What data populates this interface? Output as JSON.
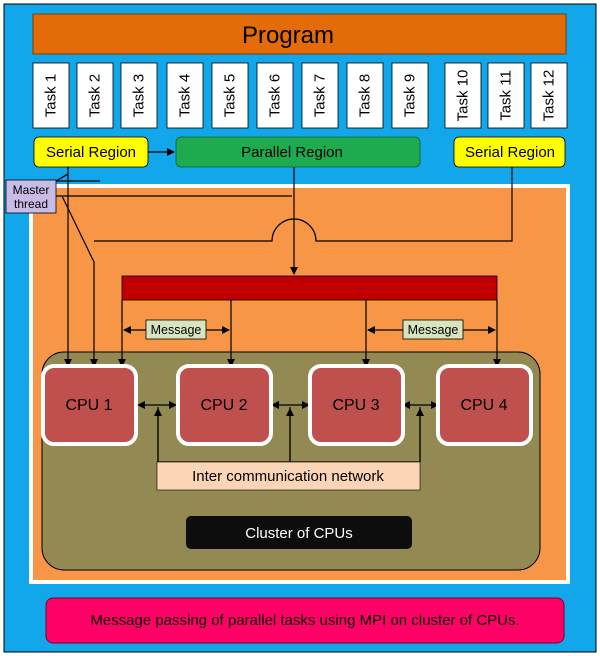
{
  "program": {
    "label": "Program"
  },
  "tasks": [
    "Task 1",
    "Task 2",
    "Task 3",
    "Task 4",
    "Task 5",
    "Task 6",
    "Task 7",
    "Task 8",
    "Task 9",
    "Task 10",
    "Task 11",
    "Task 12"
  ],
  "regions": {
    "serial_left": "Serial Region",
    "parallel": "Parallel Region",
    "serial_right": "Serial Region"
  },
  "master_thread": {
    "line1": "Master",
    "line2": "thread"
  },
  "messages": [
    "Message",
    "Message"
  ],
  "cpus": [
    "CPU 1",
    "CPU 2",
    "CPU 3",
    "CPU 4"
  ],
  "network": {
    "label": "Inter communication network"
  },
  "cluster": {
    "label": "Cluster of CPUs"
  },
  "caption": {
    "text": "Message passing of parallel tasks using MPI on cluster of CPUs."
  },
  "colors": {
    "outer_bg": "#12a7ea",
    "program": "#e36c09",
    "serial": "#ffff00",
    "parallel": "#1eab4f",
    "master": "#c8bce6",
    "panel": "#f79646",
    "bar": "#c00000",
    "message": "#d7e4bd",
    "cluster": "#938953",
    "cpu": "#c0504d",
    "network": "#fbd5b5",
    "cluster_label": "#0d0d0d",
    "caption": "#ff0066"
  }
}
